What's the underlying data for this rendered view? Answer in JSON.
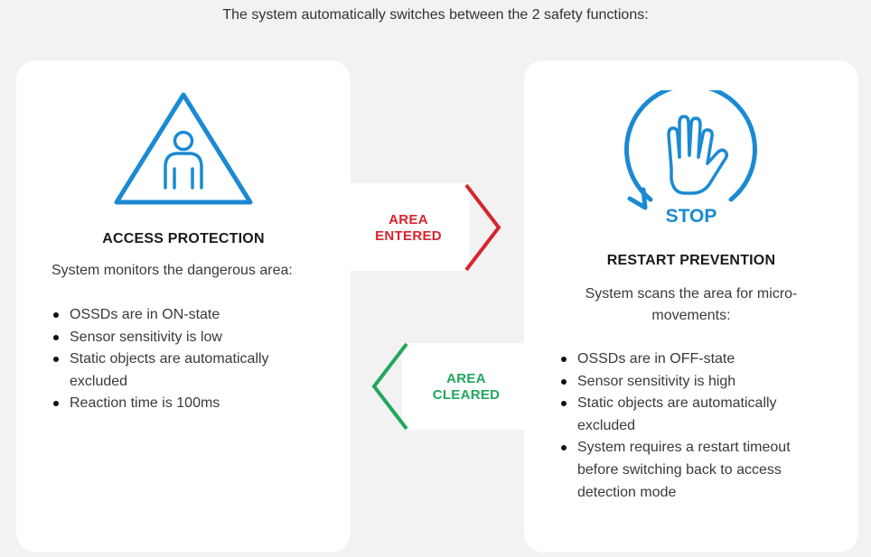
{
  "header": {
    "text": "The system automatically switches between the 2 safety functions:"
  },
  "transitions": {
    "entered": {
      "line1": "AREA",
      "line2": "ENTERED",
      "color": "#d7242d"
    },
    "cleared": {
      "line1": "AREA",
      "line2": "CLEARED",
      "color": "#20a75d"
    }
  },
  "access": {
    "icon": "warning-person-icon",
    "title": "ACCESS PROTECTION",
    "description": "System monitors the dangerous area:",
    "bullets": [
      "OSSDs are in ON-state",
      "Sensor sensitivity is low",
      "Static objects are automatically excluded",
      "Reaction time is 100ms"
    ]
  },
  "restart": {
    "icon": "stop-hand-icon",
    "icon_text": "STOP",
    "title": "RESTART PREVENTION",
    "description": "System scans the area for micro-movements:",
    "bullets": [
      "OSSDs are in OFF-state",
      "Sensor sensitivity is high",
      "Static objects are automatically excluded",
      "System requires a restart timeout before switching back to access detection mode"
    ]
  },
  "colors": {
    "icon_blue": "#1b8ad3",
    "background": "#f2f2f2",
    "card": "#ffffff"
  }
}
